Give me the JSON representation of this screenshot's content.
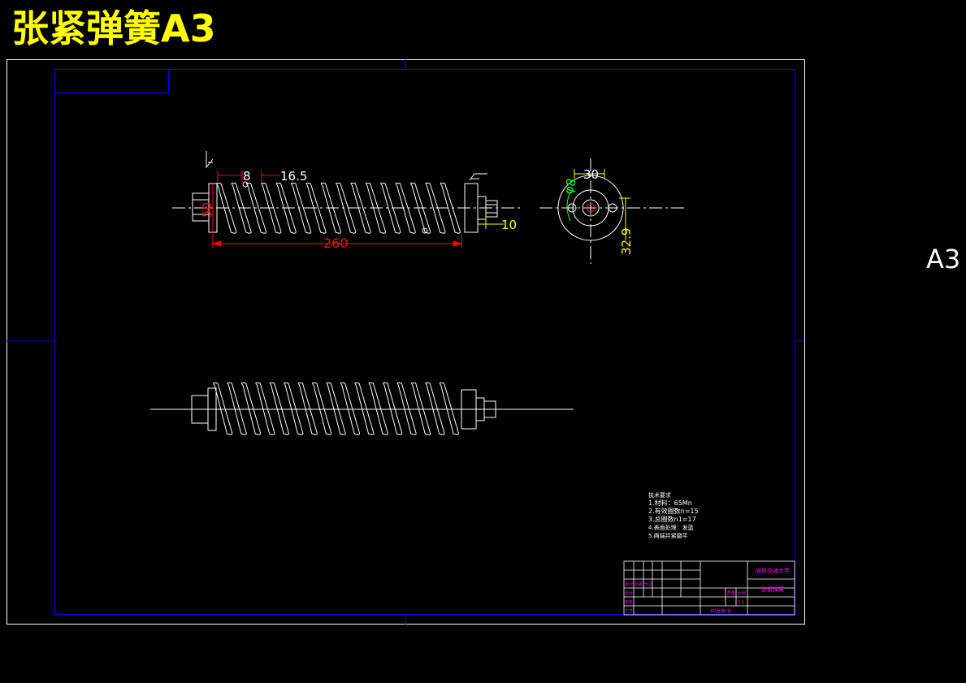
{
  "title": "张紧弹簧A3",
  "side_label": "A3",
  "colors": {
    "background": "#000000",
    "title": "#ffff00",
    "outer_frame": "#ffffff",
    "inner_frame": "#0000ff",
    "geometry": "#ffffff",
    "dimension_red": "#ff0000",
    "dimension_yellow": "#ffff00",
    "dimension_green": "#00ff00",
    "title_block_text": "#ff00ff"
  },
  "dimensions": {
    "pitch": "8",
    "pitch2": "16.5",
    "diameter": "50",
    "length": "260",
    "end_offset": "10",
    "radius_r": "30",
    "hole_dia": "φ8",
    "height": "32.9"
  },
  "notes": {
    "heading": "技术要求",
    "items": [
      "1.材料：65Mn",
      "2.有效圈数n=15",
      "3.总圈数n1=17",
      "4.表面处理：发蓝",
      "5.两端并紧磨平"
    ]
  },
  "title_block": {
    "school": "五邑交通大学",
    "part_name": "张紧弹簧",
    "row_labels": [
      "标记",
      "处数",
      "分区",
      "设计",
      "审核",
      "工艺"
    ],
    "mass": "质量",
    "ratio": "比例",
    "scale_value": "1:1",
    "sheet": "共1张第1张"
  }
}
